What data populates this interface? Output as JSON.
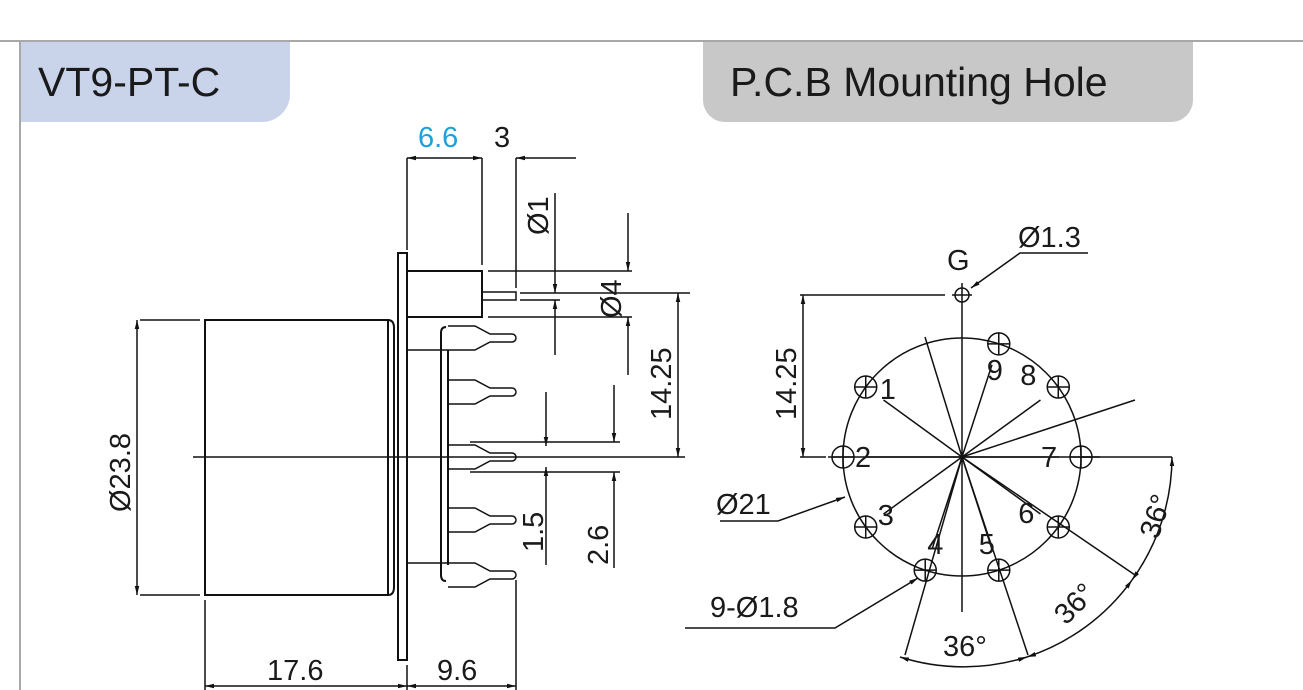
{
  "side_view": {
    "title": "VT9-PT-C",
    "dims": {
      "shaft_length": "6.6",
      "pin_offset": "3",
      "pin_dia": "Ø1",
      "shaft_dia": "Ø4",
      "shaft_height": "14.25",
      "terminal_width": "1.5",
      "terminal_pitch": "2.6",
      "body_dia": "Ø23.8",
      "body_length": "17.6",
      "terminal_length": "9.6"
    },
    "accent_color": "#1ea0dc"
  },
  "pcb_view": {
    "title": "P.C.B Mounting Hole",
    "ground_label": "G",
    "ground_hole": "Ø1.3",
    "ground_offset": "14.25",
    "pitch_circle": "Ø21",
    "holes_spec": "9-Ø1.8",
    "angle_labels": [
      "36°",
      "36°",
      "36°"
    ],
    "hole_labels": [
      "1",
      "2",
      "3",
      "4",
      "5",
      "6",
      "7",
      "8",
      "9"
    ],
    "hole_angles_deg": [
      144,
      180,
      216,
      252,
      288,
      324,
      0,
      36,
      72
    ]
  }
}
